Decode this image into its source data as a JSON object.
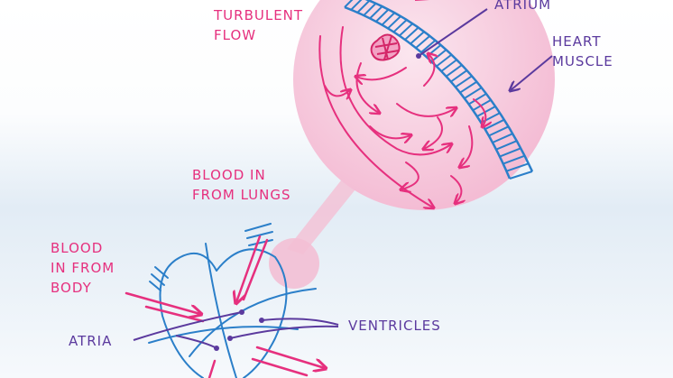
{
  "labels": {
    "turbulent_flow": "TURBULENT\nFLOW",
    "atrium": "ATRIUM",
    "heart_muscle": "HEART\nMUSCLE",
    "blood_lungs": "BLOOD IN\nFROM LUNGS",
    "blood_body": "BLOOD\nIN FROM\nBODY",
    "atria": "ATRIA",
    "ventricles": "VENTRICLES"
  },
  "colors": {
    "pink": "#e6307e",
    "purple": "#5b3a9e",
    "blue": "#2b7fc9",
    "bubble": "#f7c8dc",
    "sky": "#dde9f4"
  }
}
